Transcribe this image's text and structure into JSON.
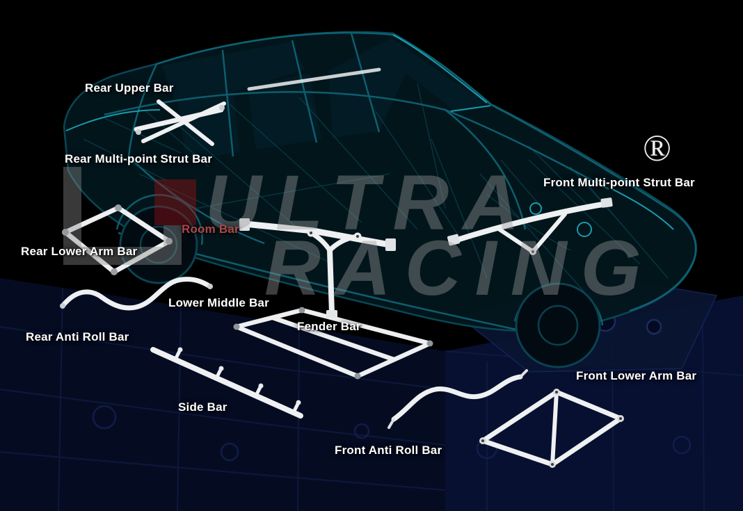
{
  "diagram": {
    "subject": "Car chassis x-ray illustration showing chassis strengthening bar locations",
    "registered_mark": "®",
    "watermark": {
      "line1": "ULTRA",
      "line2": "RACING"
    },
    "palette": {
      "background": "#000000",
      "chassis_wireframe": "#0f6678",
      "chassis_fill": "#03161d",
      "platform_navy": "#0a1638",
      "bar_highlight": "#eef0f2",
      "watermark_gray": "#8f8f8f",
      "watermark_red": "#a31212",
      "label_white": "#ffffff",
      "label_room_bar_red": "#b04848"
    },
    "labels": [
      {
        "id": "rear-upper-bar",
        "text": "Rear Upper Bar",
        "color": "#ffffff"
      },
      {
        "id": "rear-multi-point-strut-bar",
        "text": "Rear Multi-point Strut Bar",
        "color": "#ffffff"
      },
      {
        "id": "room-bar",
        "text": "Room Bar",
        "color": "#b04848"
      },
      {
        "id": "rear-lower-arm-bar",
        "text": "Rear Lower Arm Bar",
        "color": "#ffffff"
      },
      {
        "id": "lower-middle-bar",
        "text": "Lower Middle Bar",
        "color": "#ffffff"
      },
      {
        "id": "rear-anti-roll-bar",
        "text": "Rear Anti Roll Bar",
        "color": "#ffffff"
      },
      {
        "id": "fender-bar",
        "text": "Fender Bar",
        "color": "#ffffff"
      },
      {
        "id": "side-bar",
        "text": "Side Bar",
        "color": "#ffffff"
      },
      {
        "id": "front-multi-point-strut-bar",
        "text": "Front Multi-point Strut Bar",
        "color": "#ffffff"
      },
      {
        "id": "front-lower-arm-bar",
        "text": "Front Lower Arm Bar",
        "color": "#ffffff"
      },
      {
        "id": "front-anti-roll-bar",
        "text": "Front Anti Roll Bar",
        "color": "#ffffff"
      }
    ]
  }
}
